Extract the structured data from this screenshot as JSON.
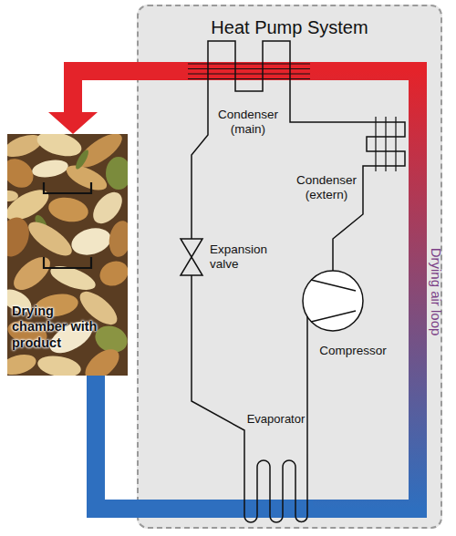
{
  "diagram": {
    "nodes": [
      {
        "text": [
          "Heat Pump System"
        ]
      },
      {
        "text": [
          "Condenser (main)"
        ],
        "in": 0
      },
      {
        "text": [
          "Condenser (extern)"
        ],
        "in": 0
      },
      {
        "text": [
          "Expansion valve"
        ],
        "in": 0
      },
      {
        "text": [
          "Compressor"
        ],
        "in": 0
      },
      {
        "text": [
          "Evaporator"
        ],
        "in": 0
      },
      {
        "text": [
          "Drying chamber with product"
        ]
      }
    ],
    "edges": [
      {
        "from": 1,
        "to": 2,
        "arrow": "none"
      },
      {
        "from": 2,
        "to": 4,
        "arrow": "none"
      },
      {
        "from": 4,
        "to": 5,
        "arrow": "none"
      },
      {
        "from": 5,
        "to": 3,
        "arrow": "none"
      },
      {
        "from": 3,
        "to": 1,
        "arrow": "none"
      },
      {
        "from": 1,
        "to": 6,
        "arrow": "to"
      },
      {
        "from": 6,
        "to": 5,
        "arrow": "none"
      },
      {
        "from": 5,
        "to": 1,
        "arrow": "none"
      }
    ],
    "labels": [
      "Drying air loop"
    ]
  }
}
